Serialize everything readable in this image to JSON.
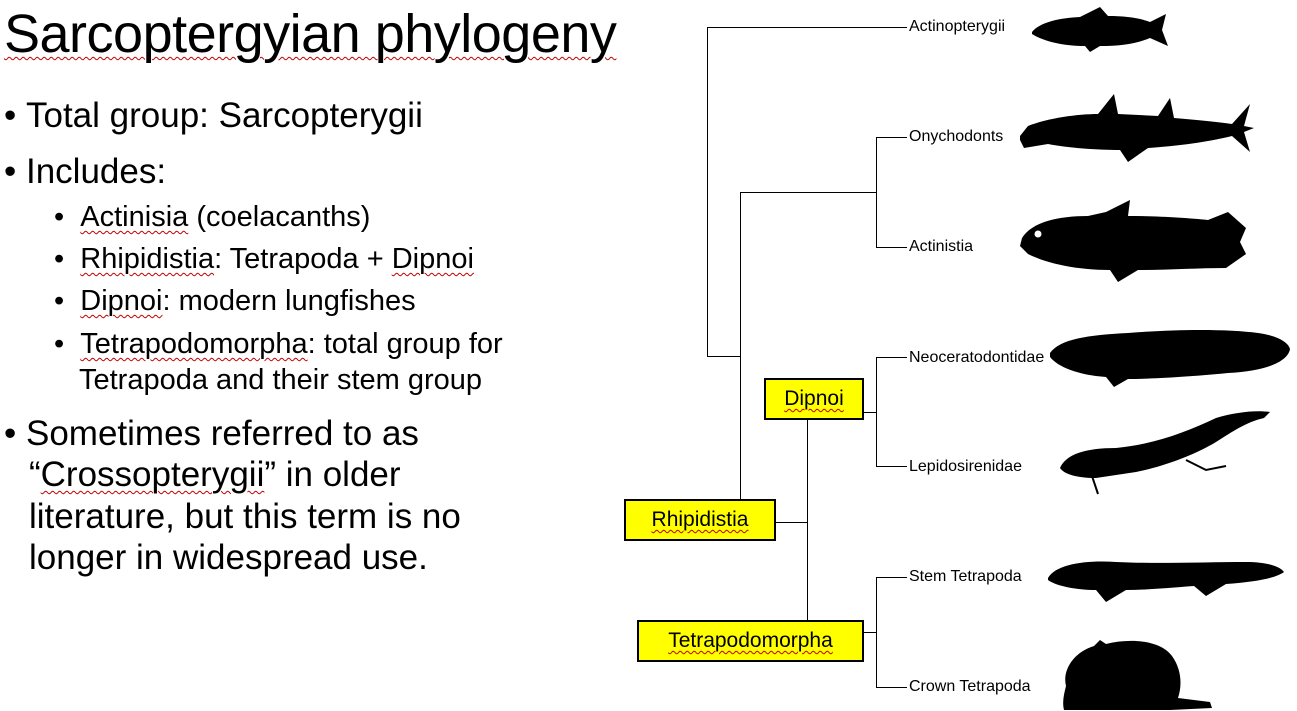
{
  "slide": {
    "title": "Sarcoptergyian phylogeny",
    "bullets": [
      {
        "text": "Total group: Sarcopterygii"
      },
      {
        "text": "Includes:"
      }
    ],
    "sub_bullets": [
      {
        "term": "Actinisia",
        "rest": " (coelacanths)"
      },
      {
        "term": "Rhipidistia",
        "rest": ": Tetrapoda + ",
        "term2": "Dipnoi"
      },
      {
        "term": "Dipnoi",
        "rest": ": modern lungfishes"
      },
      {
        "term": "Tetrapodomorpha",
        "rest": ": total group for",
        "line2": "Tetrapoda and their stem group"
      }
    ],
    "last_bullet": {
      "line1": "Sometimes referred to as",
      "line2_prefix": "“",
      "line2_term": "Crossopterygii",
      "line2_suffix": "” in older",
      "line3": "literature, but this term is no",
      "line4": "longer in widespread use."
    }
  },
  "tree": {
    "taxa": [
      "Actinopterygii",
      "Onychodonts",
      "Actinistia",
      "Neoceratodontidae",
      "Lepidosirenidae",
      "Stem Tetrapoda",
      "Crown Tetrapoda"
    ],
    "clade_labels": [
      "Dipnoi",
      "Rhipidistia",
      "Tetrapodomorpha"
    ],
    "label_color": "#ffff00",
    "silhouettes": [
      "trout-silhouette",
      "onychodont-silhouette",
      "coelacanth-silhouette",
      "australian-lungfish-silhouette",
      "african-lungfish-silhouette",
      "stem-tetrapod-silhouette",
      "hamster-silhouette"
    ]
  }
}
